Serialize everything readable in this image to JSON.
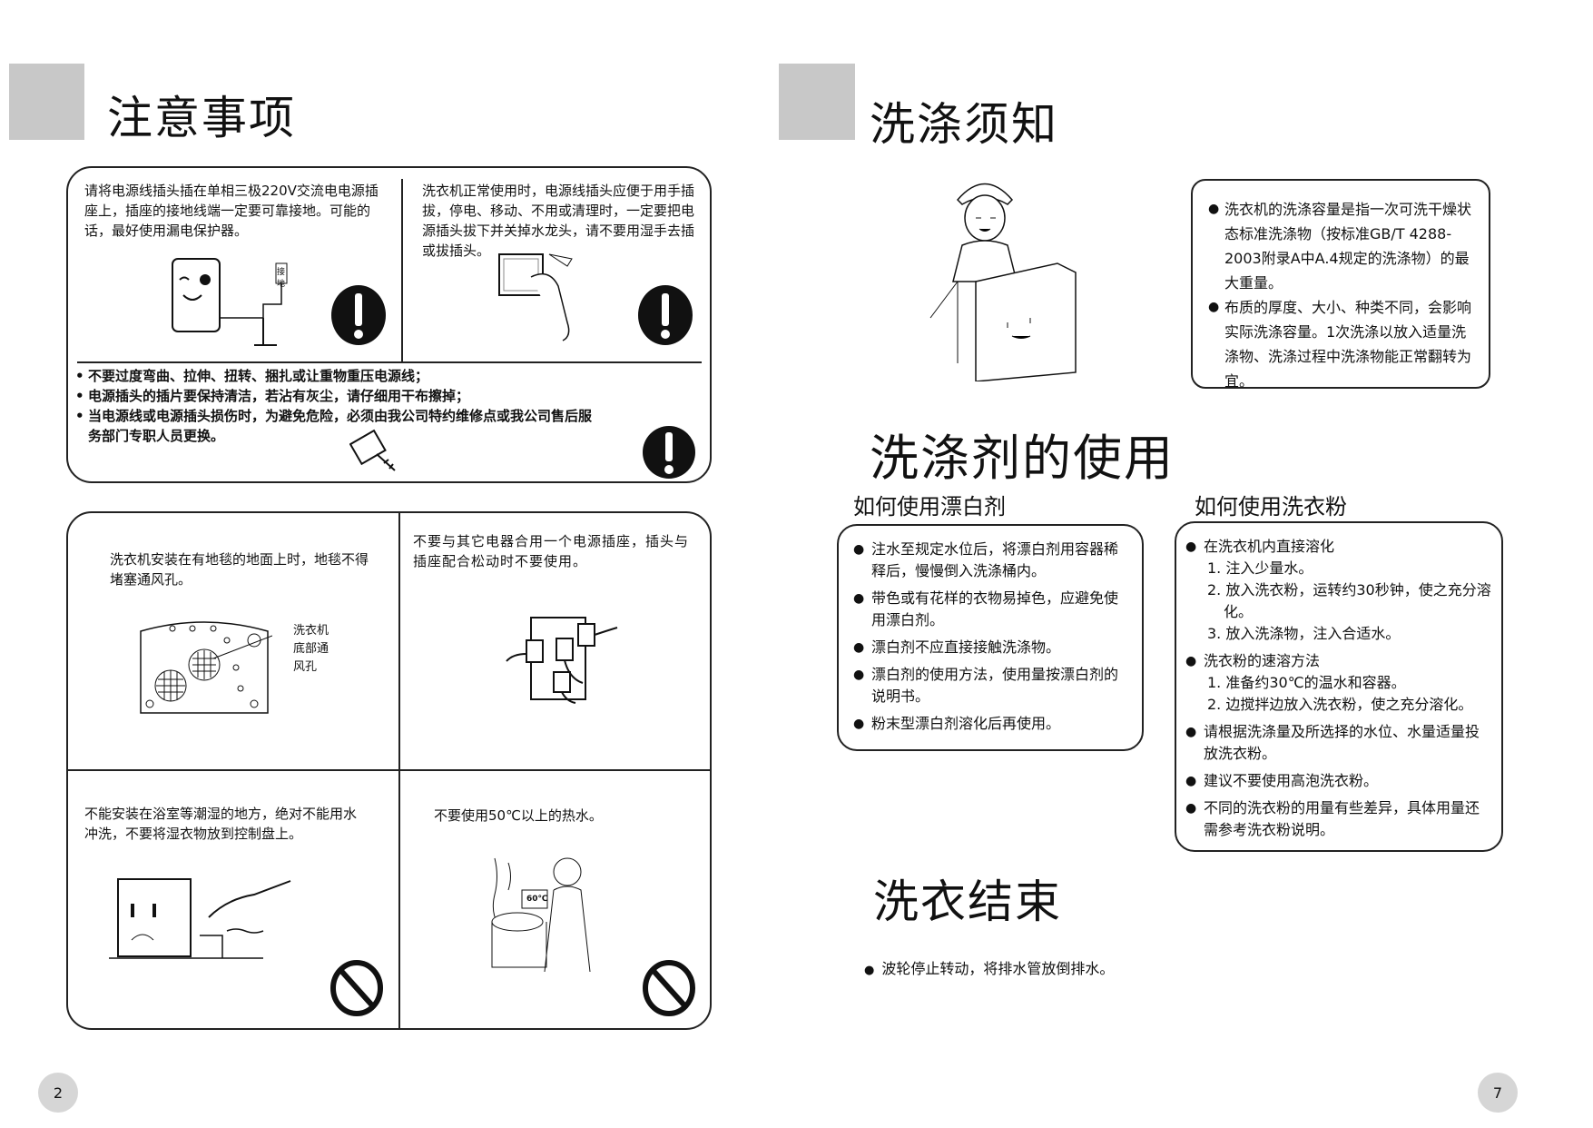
{
  "left_page": {
    "title": "注意事项",
    "power_box": {
      "cell1": "请将电源线插头插在单相三极220V交流电电源插座上，插座的接地线端一定要可靠接地。可能的话，最好使用漏电保护器。",
      "cell2": "洗衣机正常使用时，电源线插头应便于用手插拔，停电、移动、不用或清理时，一定要把电源插头拔下并关掉水龙头，请不要用湿手去插或拔插头。",
      "ground_label": "接地",
      "bullets": [
        "不要过度弯曲、拉伸、扭转、捆扎或让重物重压电源线；",
        "电源插头的插片要保持清洁，若沾有灰尘，请仔细用干布擦掉；",
        "当电源线或电源插头损伤时，为避免危险，必须由我公司特约维修点或我公司售后服务部门专职人员更换。"
      ]
    },
    "install_box": {
      "cell1": "洗衣机安装在有地毯的地面上时，地毯不得堵塞通风孔。",
      "vent_label": "洗衣机底部通风孔",
      "cell2": "不要与其它电器合用一个电源插座，插头与插座配合松动时不要使用。",
      "cell3": "不能安装在浴室等潮湿的地方，绝对不能用水冲洗，不要将湿衣物放到控制盘上。",
      "cell4": "不要使用50℃以上的热水。",
      "pot_label": "60℃"
    },
    "page_number": "2"
  },
  "right_page": {
    "title": "洗涤须知",
    "info": [
      "洗衣机的洗涤容量是指一次可洗干燥状态标准洗涤物（按标准GB/T 4288-2003附录A中A.4规定的洗涤物）的最大重量。",
      "布质的厚度、大小、种类不同，会影响实际洗涤容量。1次洗涤以放入适量洗涤物、洗涤过程中洗涤物能正常翻转为宜。"
    ],
    "detergent_title": "洗涤剂的使用",
    "bleach": {
      "heading": "如何使用漂白剂",
      "items": [
        "注水至规定水位后，将漂白剂用容器稀释后，慢慢倒入洗涤桶内。",
        "带色或有花样的衣物易掉色，应避免使用漂白剂。",
        "漂白剂不应直接接触洗涤物。",
        "漂白剂的使用方法，使用量按漂白剂的说明书。",
        "粉末型漂白剂溶化后再使用。"
      ]
    },
    "powder": {
      "heading": "如何使用洗衣粉",
      "items": [
        {
          "type": "bul",
          "text": "在洗衣机内直接溶化"
        },
        {
          "type": "num",
          "text": "1. 注入少量水。"
        },
        {
          "type": "num",
          "text": "2. 放入洗衣粉，运转约30秒钟，使之充分溶化。"
        },
        {
          "type": "num",
          "text": "3. 放入洗涤物，注入合适水。"
        },
        {
          "type": "bul",
          "text": "洗衣粉的速溶方法"
        },
        {
          "type": "num",
          "text": "1. 准备约30℃的温水和容器。"
        },
        {
          "type": "num",
          "text": "2. 边搅拌边放入洗衣粉，使之充分溶化。"
        },
        {
          "type": "bul",
          "text": "请根据洗涤量及所选择的水位、水量适量投放洗衣粉。"
        },
        {
          "type": "bul",
          "text": "建议不要使用高泡洗衣粉。"
        },
        {
          "type": "bul",
          "text": "不同的洗衣粉的用量有些差异，具体用量还需参考洗衣粉说明。"
        }
      ]
    },
    "finish_title": "洗衣结束",
    "finish_text": "波轮停止转动，将排水管放倒排水。",
    "page_number": "7"
  }
}
